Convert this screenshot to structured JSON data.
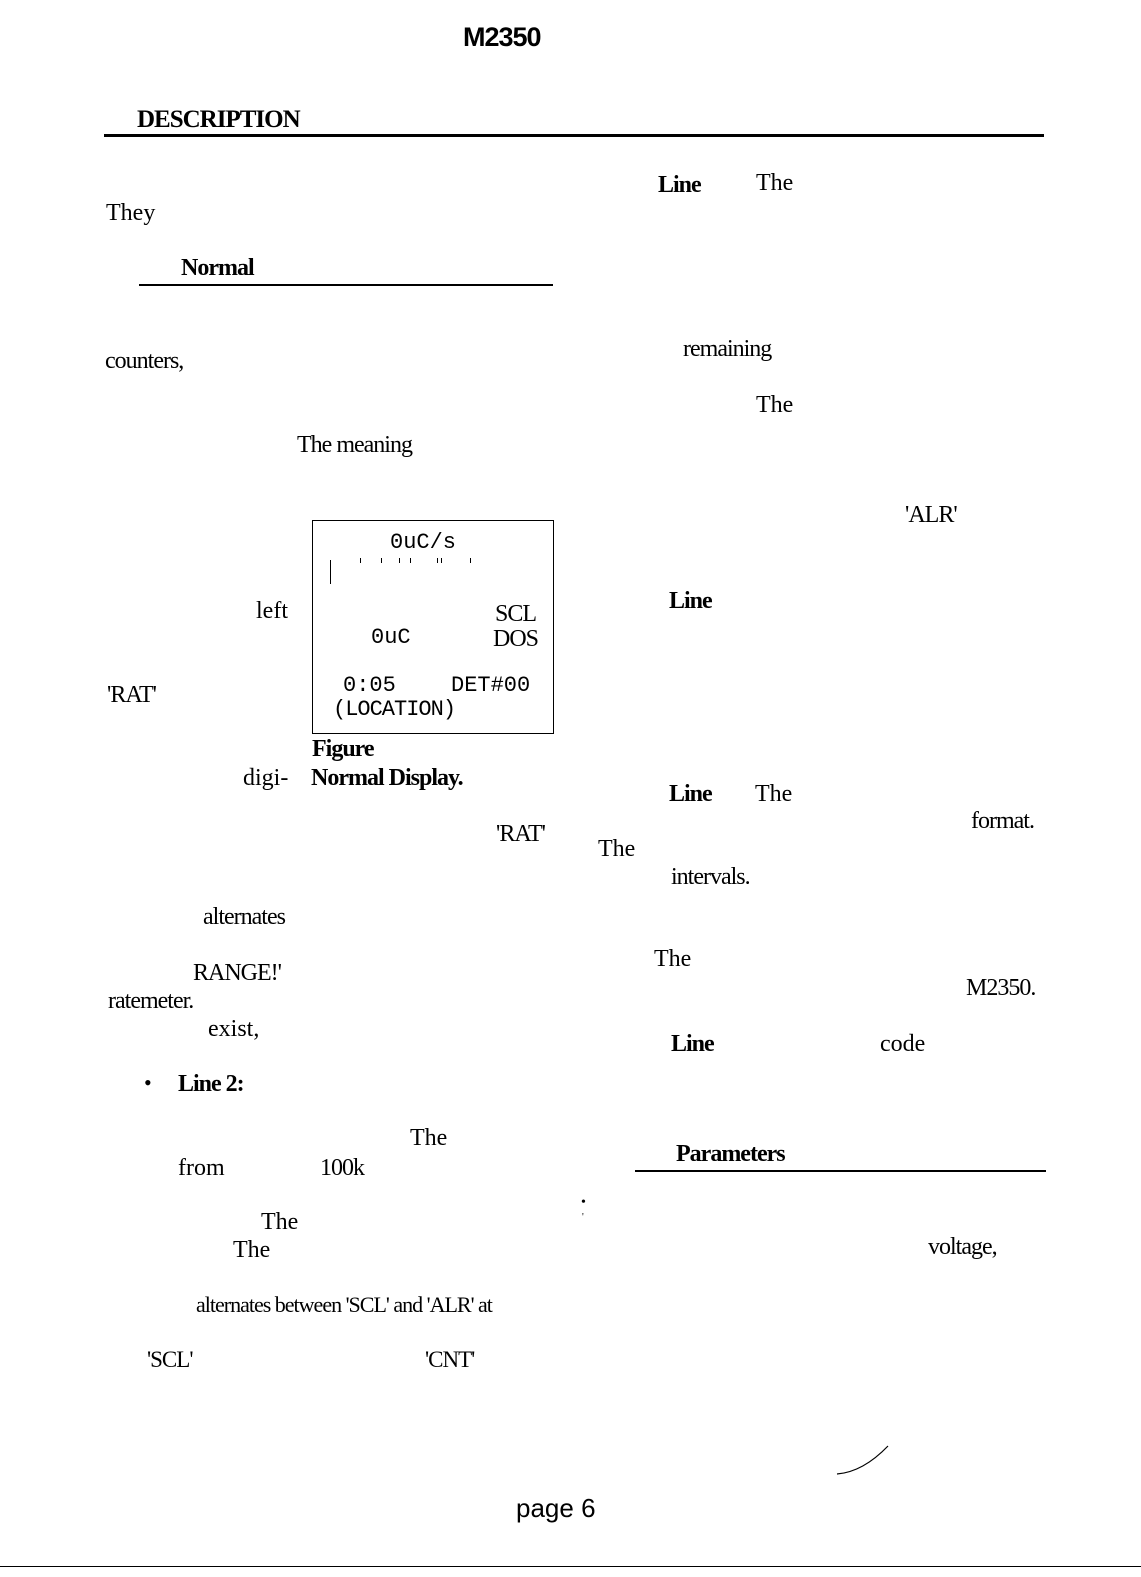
{
  "header": {
    "title": "M2350",
    "section": "DESCRIPTION"
  },
  "left_column": {
    "they": "They",
    "subsection": "Normal",
    "counters": "counters,",
    "the_meaning": "The meaning",
    "left": "left",
    "rat_1": "'RAT'",
    "digi": "digi-",
    "rat_2": "'RAT'",
    "alternates_1": "alternates",
    "range": "RANGE!'",
    "ratemeter": "ratemeter.",
    "exist": "exist,",
    "bullet_label": "Line 2:",
    "the_1": "The",
    "from": "from",
    "k100": "100k",
    "the_2": "The",
    "the_3": "The",
    "alternates_line": "alternates between 'SCL' and 'ALR' at",
    "scl": "'SCL'",
    "cnt": "'CNT'"
  },
  "figure": {
    "rate": "0uC/s",
    "scl": "SCL",
    "dose": "0uC",
    "dos": "DOS",
    "time": "0:05",
    "det": "DET#00",
    "location": "(LOCATION)",
    "caption_1": "Figure",
    "caption_2": "Normal Display."
  },
  "right_column": {
    "line_a": "Line",
    "the_a": "The",
    "remaining": "remaining",
    "the_b": "The",
    "alr": "'ALR'",
    "line_b": "Line",
    "line_c": "Line",
    "the_c": "The",
    "format": "format.",
    "the_d": "The",
    "intervals": "intervals.",
    "the_e": "The",
    "m2350": "M2350.",
    "line_d": "Line",
    "code": "code",
    "subsection": "Parameters",
    "voltage": "voltage,"
  },
  "footer": {
    "page": "page 6"
  }
}
